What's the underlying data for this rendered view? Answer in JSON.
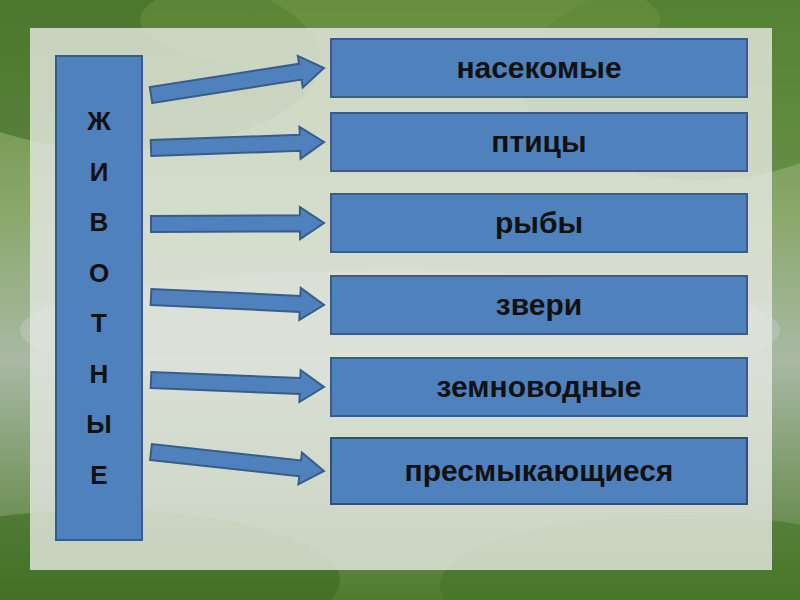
{
  "diagram": {
    "nodes": [
      {
        "text": [
          "ЖИВОТНЫЕ"
        ]
      },
      {
        "text": [
          "насекомые"
        ]
      },
      {
        "text": [
          "птицы"
        ]
      },
      {
        "text": [
          "рыбы"
        ]
      },
      {
        "text": [
          "звери"
        ]
      },
      {
        "text": [
          "земноводные"
        ]
      },
      {
        "text": [
          "пресмыкающиеся"
        ]
      }
    ],
    "edges": [
      {
        "from": 0,
        "to": 1,
        "arrow": "to"
      },
      {
        "from": 0,
        "to": 2,
        "arrow": "to"
      },
      {
        "from": 0,
        "to": 3,
        "arrow": "to"
      },
      {
        "from": 0,
        "to": 4,
        "arrow": "to"
      },
      {
        "from": 0,
        "to": 5,
        "arrow": "to"
      },
      {
        "from": 0,
        "to": 6,
        "arrow": "to"
      }
    ]
  }
}
